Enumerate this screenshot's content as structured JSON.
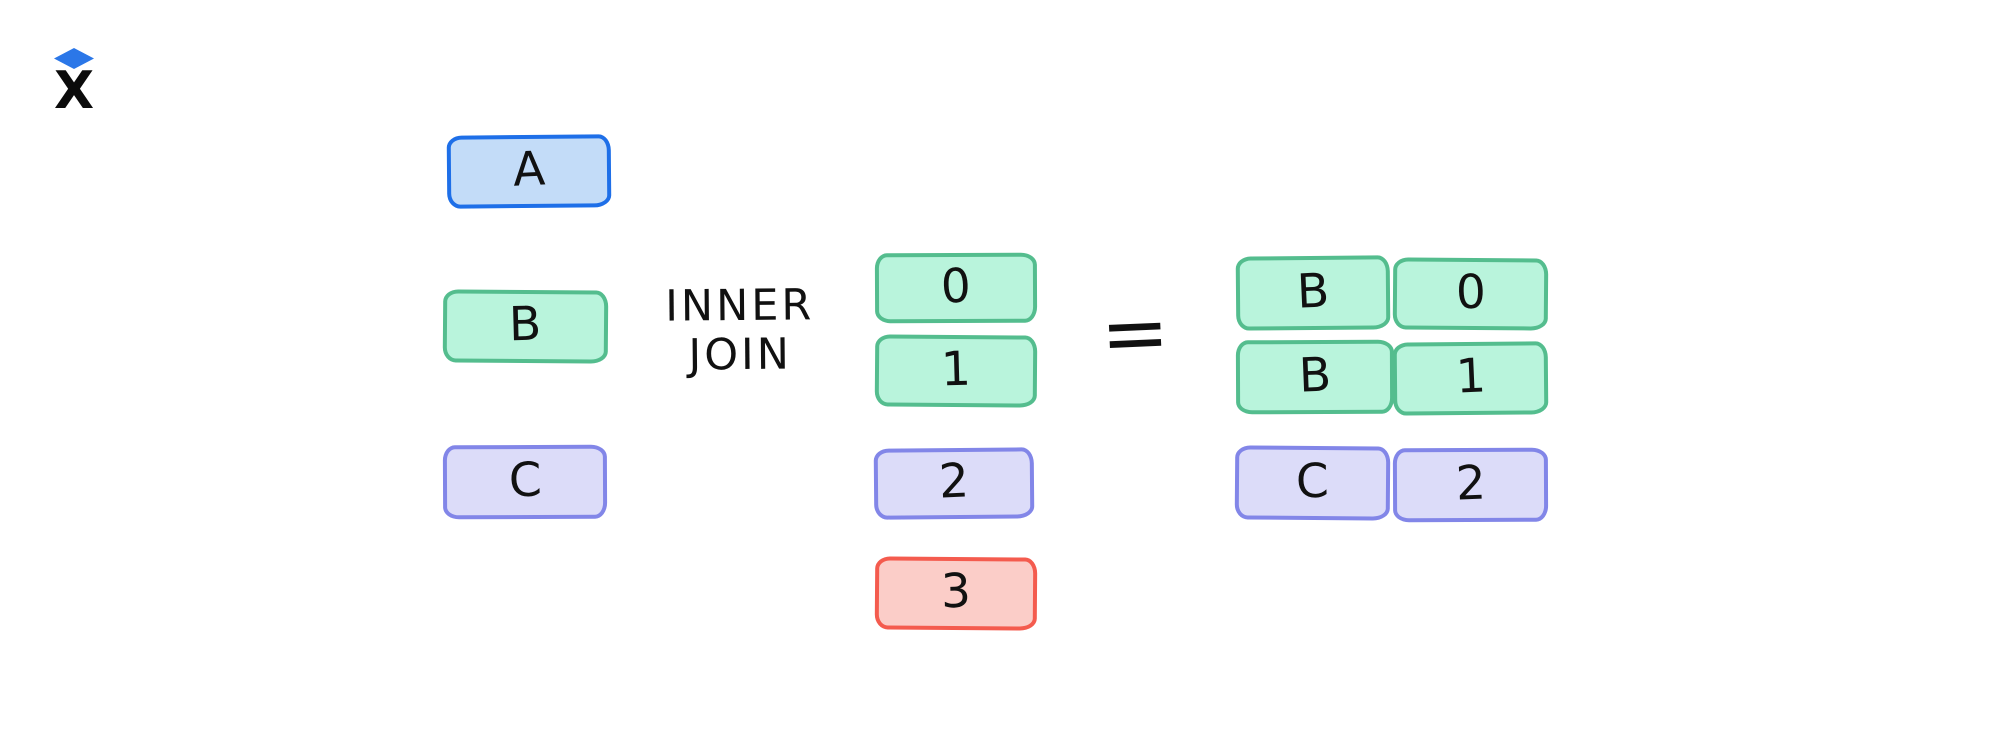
{
  "logo": {
    "glyph": "X"
  },
  "join": {
    "left_table": {
      "rows": [
        {
          "label": "A",
          "color": "blue"
        },
        {
          "label": "B",
          "color": "green"
        },
        {
          "label": "C",
          "color": "purple"
        }
      ]
    },
    "operator": {
      "line1": "INNER",
      "line2": "JOIN"
    },
    "right_table": {
      "rows": [
        {
          "label": "0",
          "color": "green"
        },
        {
          "label": "1",
          "color": "green"
        },
        {
          "label": "2",
          "color": "purple"
        },
        {
          "label": "3",
          "color": "red"
        }
      ]
    },
    "equals": "=",
    "result_table": {
      "rows": [
        {
          "left": "B",
          "right": "0",
          "color": "green"
        },
        {
          "left": "B",
          "right": "1",
          "color": "green"
        },
        {
          "left": "C",
          "right": "2",
          "color": "purple"
        }
      ]
    }
  },
  "colors": {
    "blue": {
      "border": "#1e6fe8",
      "fill": "#c3dcf8"
    },
    "green": {
      "border": "#54bd8e",
      "fill": "#b9f4dc"
    },
    "purple": {
      "border": "#8286e8",
      "fill": "#dcdcf9"
    },
    "red": {
      "border": "#f45b4e",
      "fill": "#fbcdc8"
    },
    "ink": "#111111",
    "logo_diamond": "#2b77e8"
  }
}
